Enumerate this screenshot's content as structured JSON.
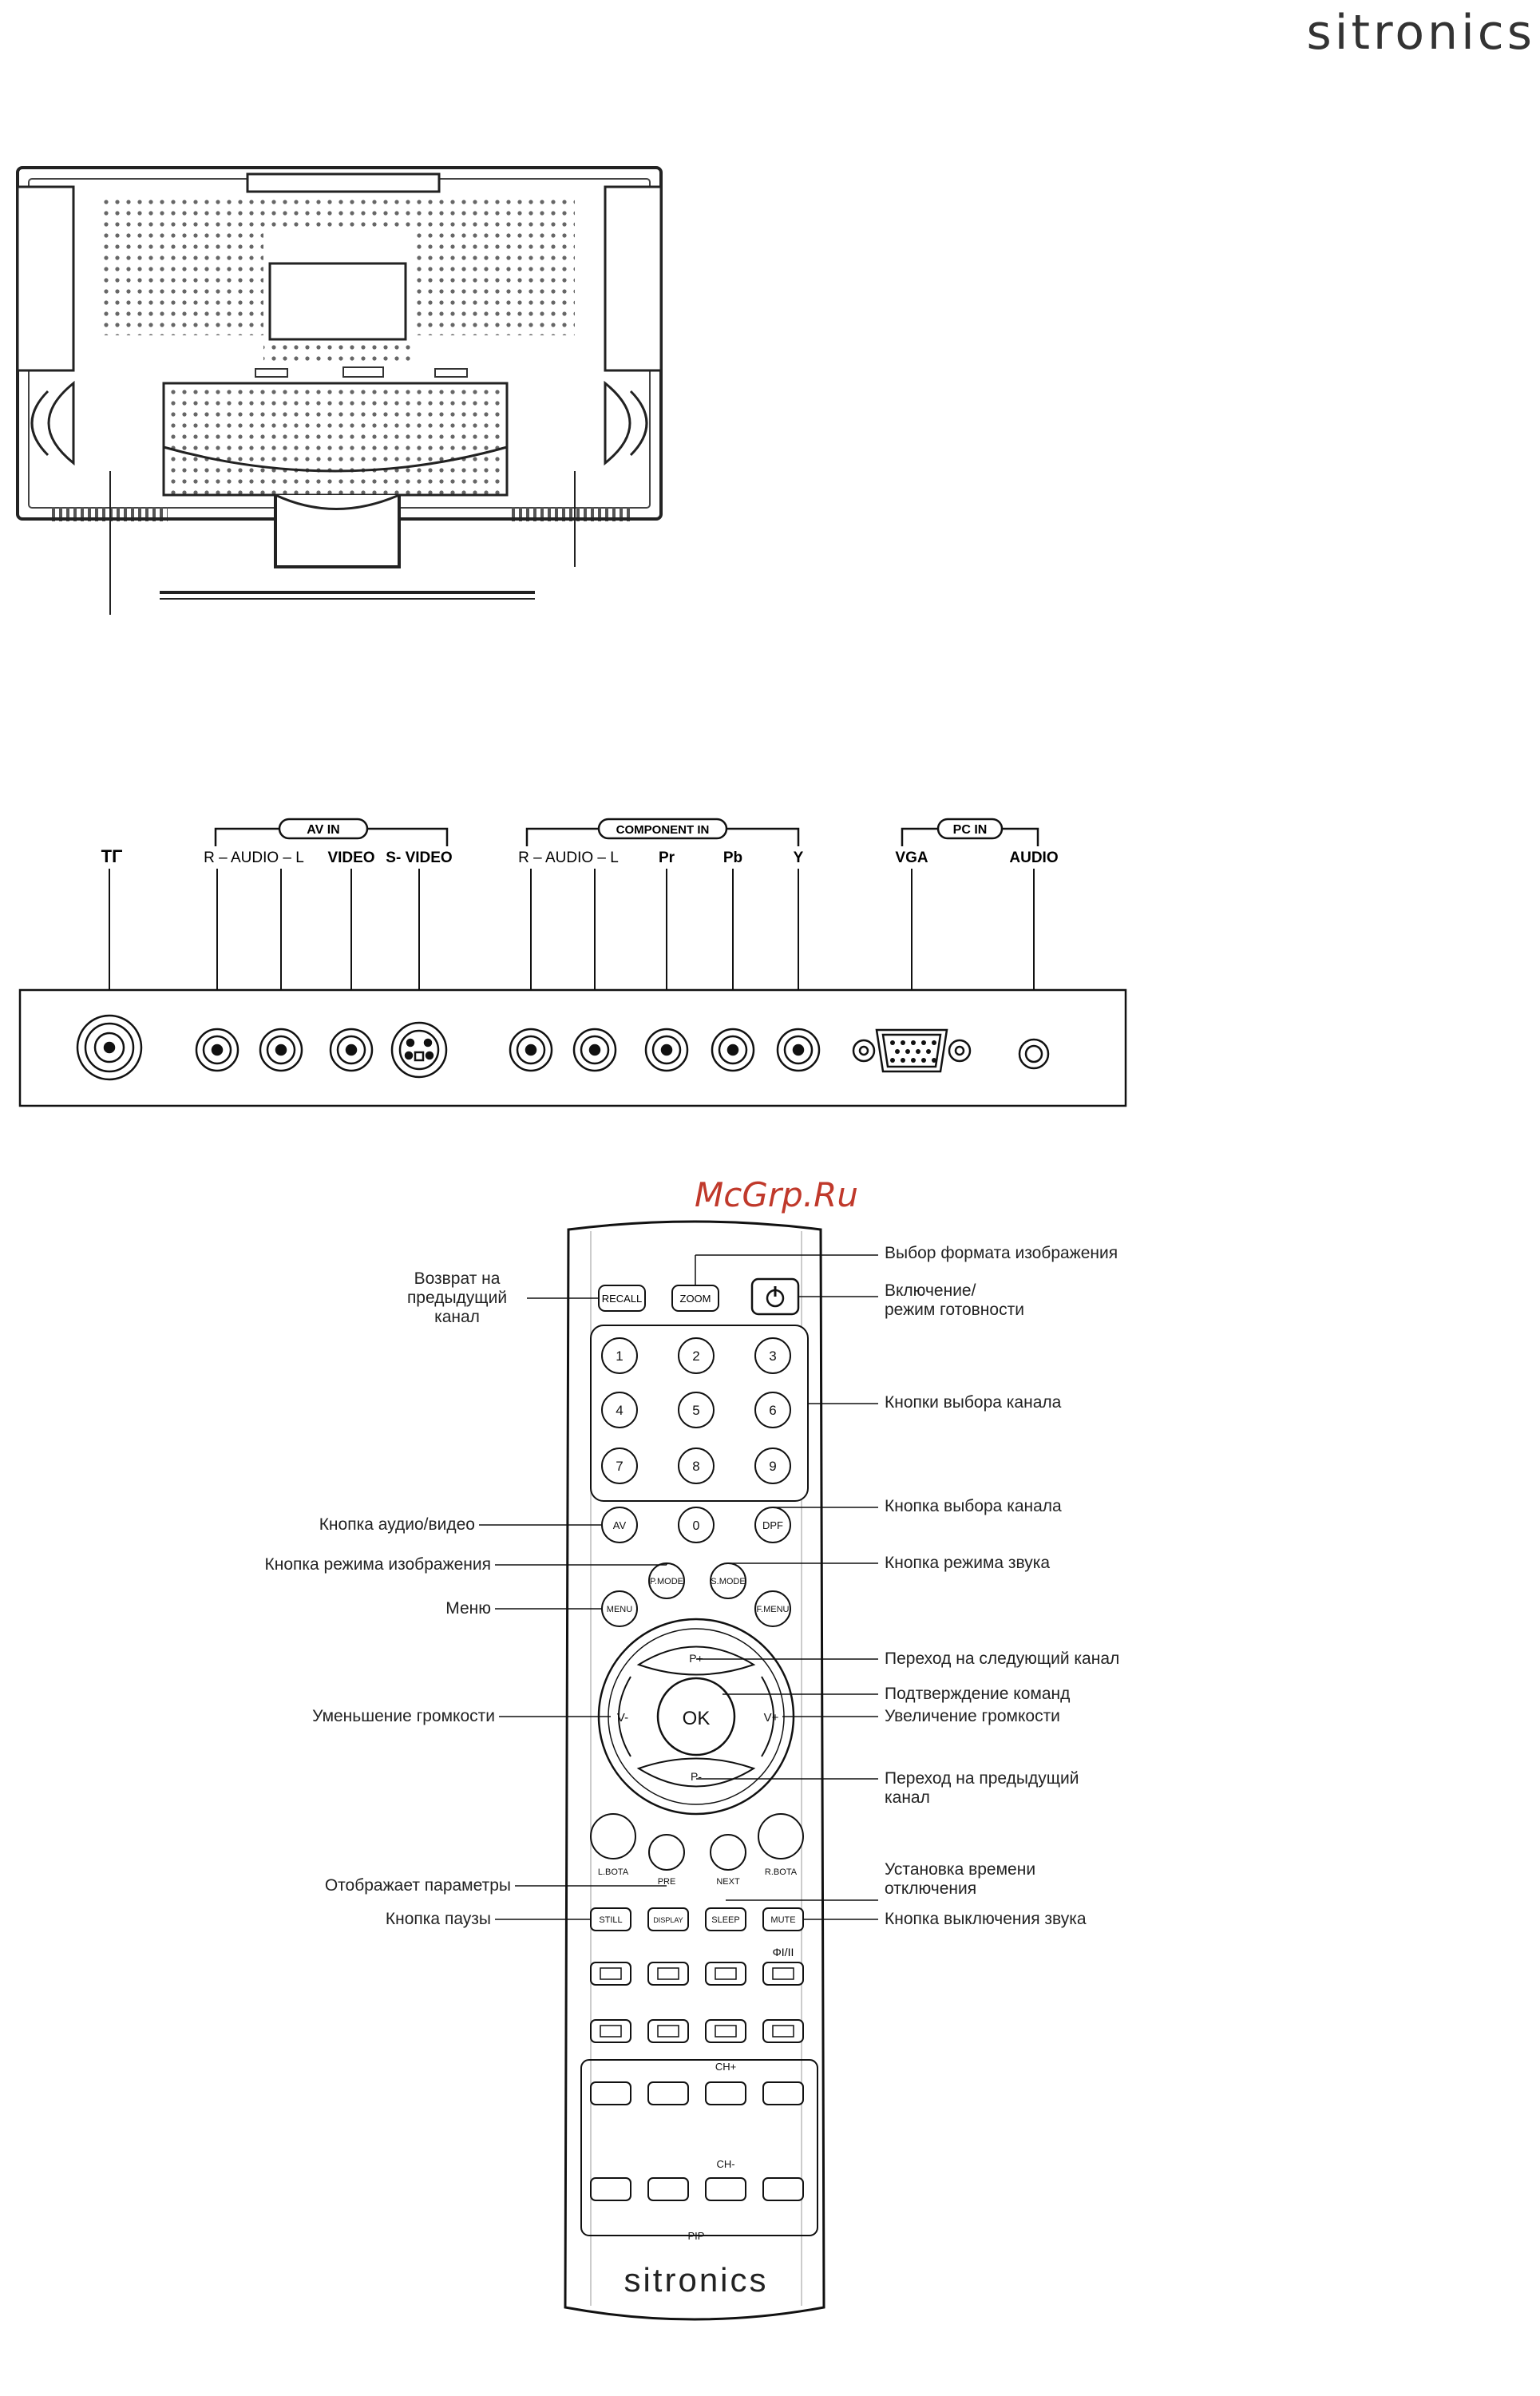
{
  "brand": {
    "logo_text": "sitronics"
  },
  "watermark": "McGrp.Ru",
  "panel": {
    "antenna_symbol": "ΤΓ",
    "groups": {
      "av_in": "AV IN",
      "component_in": "COMPONENT IN",
      "pc_in": "PC IN"
    },
    "labels": {
      "av_audio": "R – AUDIO – L",
      "av_video": "VIDEO",
      "av_svideo": "S- VIDEO",
      "comp_audio": "R – AUDIO – L",
      "comp_pr": "Pr",
      "comp_pb": "Pb",
      "comp_y": "Y",
      "pc_vga": "VGA",
      "pc_audio": "AUDIO"
    }
  },
  "remote": {
    "buttons": {
      "recall": "RECALL",
      "zoom": "ZOOM",
      "power_icon": "power-icon",
      "digits": [
        "1",
        "2",
        "3",
        "4",
        "5",
        "6",
        "7",
        "8",
        "9"
      ],
      "av": "AV",
      "zero": "0",
      "dpf": "DPF",
      "pmode": "P.MODE",
      "smode": "S.MODE",
      "menu": "MENU",
      "fmenu": "F.MENU",
      "p_plus": "P+",
      "p_minus": "P-",
      "v_minus": "V-",
      "v_plus": "V+",
      "ok": "OK",
      "l_bota": "L.BOTA",
      "r_bota": "R.BOTA",
      "pre": "PRE",
      "next": "NEXT",
      "still": "STILL",
      "display": "DISPLAY",
      "sleep": "SLEEP",
      "mute": "MUTE",
      "dual": "ΦI/II",
      "ch_plus": "CH+",
      "ch_minus": "CH-",
      "pip": "PIP"
    },
    "logo_text": "sitronics"
  },
  "callouts": {
    "recall": "Возврат на\nпредыдущий\nканал",
    "zoom": "Выбор формата изображения",
    "power": "Включение/\nрежим готовности",
    "digits": "Кнопки выбора канала",
    "dpf": "Кнопка выбора канала",
    "av": "Кнопка аудио/видео",
    "pmode": "Кнопка режима изображения",
    "smode": "Кнопка режима звука",
    "menu": "Меню",
    "p_plus": "Переход на следующий канал",
    "ok": "Подтверждение команд",
    "v_minus": "Уменьшение громкости",
    "v_plus": "Увеличение громкости",
    "p_minus": "Переход на предыдущий\nканал",
    "display": "Отображает параметры",
    "sleep": "Установка времени\nотключения",
    "still": "Кнопка паузы",
    "mute": "Кнопка выключения звука"
  }
}
